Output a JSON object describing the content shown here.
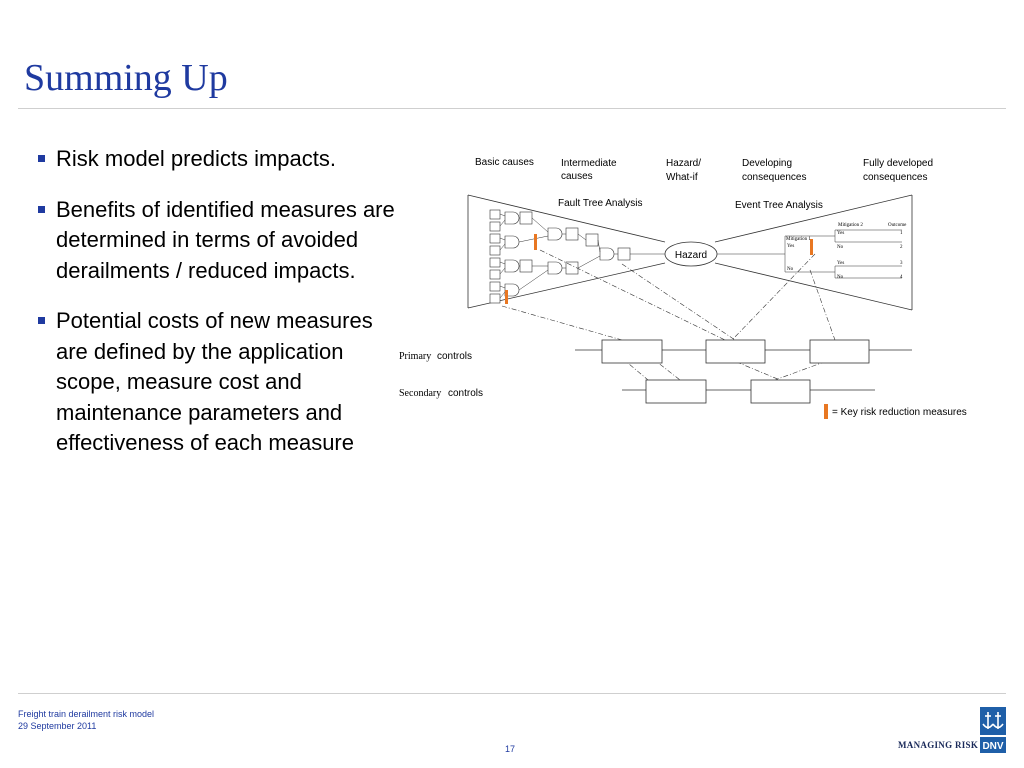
{
  "slide": {
    "title": "Summing Up",
    "bullets": [
      "Risk model predicts impacts.",
      "Benefits of identified measures are determined in terms of avoided derailments / reduced impacts.",
      "Potential costs of new measures are defined by the application scope, measure cost and maintenance parameters and effectiveness of each measure"
    ]
  },
  "diagram": {
    "headers": {
      "basic_causes": "Basic causes",
      "intermediate_1": "Intermediate",
      "intermediate_2": "causes",
      "hazard_1": "Hazard/",
      "hazard_2": "What-if",
      "developing_1": "Developing",
      "developing_2": "consequences",
      "fully_1": "Fully developed",
      "fully_2": "consequences"
    },
    "fault_tree_label": "Fault Tree Analysis",
    "event_tree_label": "Event Tree Analysis",
    "hazard": "Hazard",
    "event_tree": {
      "mitigation1": "Mitigation 1",
      "mitigation2": "Mitigation 2",
      "outcome": "Outcome",
      "yes": "Yes",
      "no": "No",
      "outcomes": [
        "1",
        "2",
        "3",
        "4"
      ]
    },
    "primary_prefix": "Primary",
    "primary_suffix": "controls",
    "secondary_prefix": "Secondary",
    "secondary_suffix": "controls",
    "legend_text": "= Key risk reduction measures",
    "colors": {
      "accent": "#e87722",
      "title": "#1f3aa0"
    }
  },
  "footer": {
    "line1": "Freight train derailment risk model",
    "line2": "29 September 2011",
    "page_number": "17",
    "brand": "MANAGING RISK",
    "logo_text": "DNV"
  }
}
